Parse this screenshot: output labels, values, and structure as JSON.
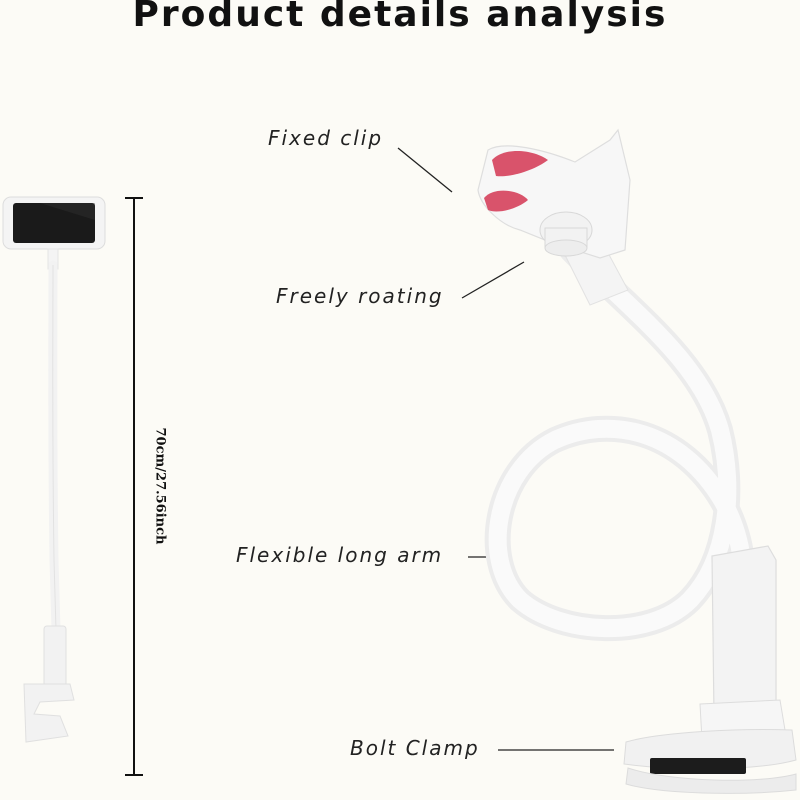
{
  "page": {
    "title": "Product details analysis"
  },
  "callouts": {
    "fixed_clip": "Fixed clip",
    "freely_rotating": "Freely roating",
    "flexible_long_arm": "Flexible long arm",
    "bolt_clamp": "Bolt Clamp"
  },
  "dimension": {
    "label": "70cm/27.56inch"
  },
  "colors": {
    "background": "#fcfbf6",
    "product_white": "#f6f6f6",
    "clip_pad_pink": "#d9536b",
    "screen_dark": "#1a1a1a",
    "text": "#111111"
  }
}
